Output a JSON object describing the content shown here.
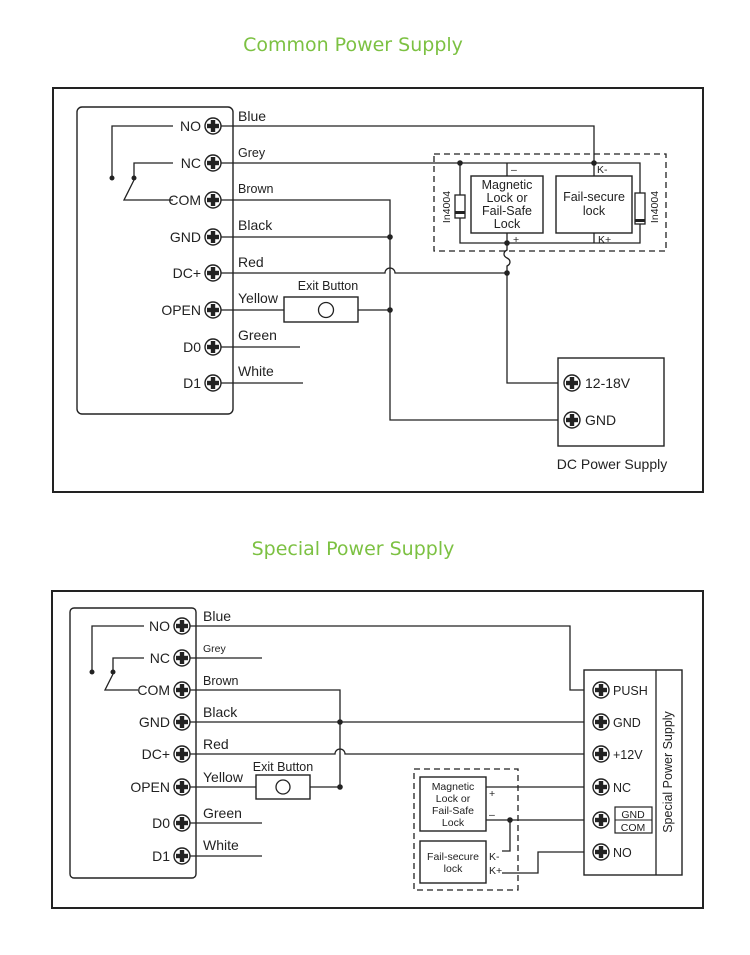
{
  "titles": {
    "top": "Common Power Supply",
    "bottom": "Special Power Supply"
  },
  "terminals": [
    "NO",
    "NC",
    "COM",
    "GND",
    "DC+",
    "OPEN",
    "D0",
    "D1"
  ],
  "wires": [
    "Blue",
    "Grey",
    "Brown",
    "Black",
    "Red",
    "Yellow",
    "Green",
    "White"
  ],
  "exit_button": "Exit Button",
  "top_diagram": {
    "magnetic_lock": [
      "Magnetic",
      "Lock or",
      "Fail-Safe",
      "Lock"
    ],
    "fail_secure": [
      "Fail-secure",
      "lock"
    ],
    "diode": "In4004",
    "minus": "–",
    "plus": "+",
    "k_minus": "K-",
    "k_plus": "K+",
    "psu_v": "12-18V",
    "psu_gnd": "GND",
    "psu_label": "DC Power Supply"
  },
  "bottom_diagram": {
    "magnetic_lock": [
      "Magnetic",
      "Lock or",
      "Fail-Safe",
      "Lock"
    ],
    "fail_secure": [
      "Fail-secure",
      "lock"
    ],
    "plus": "+",
    "minus": "–",
    "k_minus": "K-",
    "k_plus": "K+",
    "supply_terms": [
      "PUSH",
      "GND",
      "+12V",
      "NC",
      "",
      "NO"
    ],
    "gnd_com": [
      "GND",
      "COM"
    ],
    "supply_label": "Special Power Supply"
  }
}
